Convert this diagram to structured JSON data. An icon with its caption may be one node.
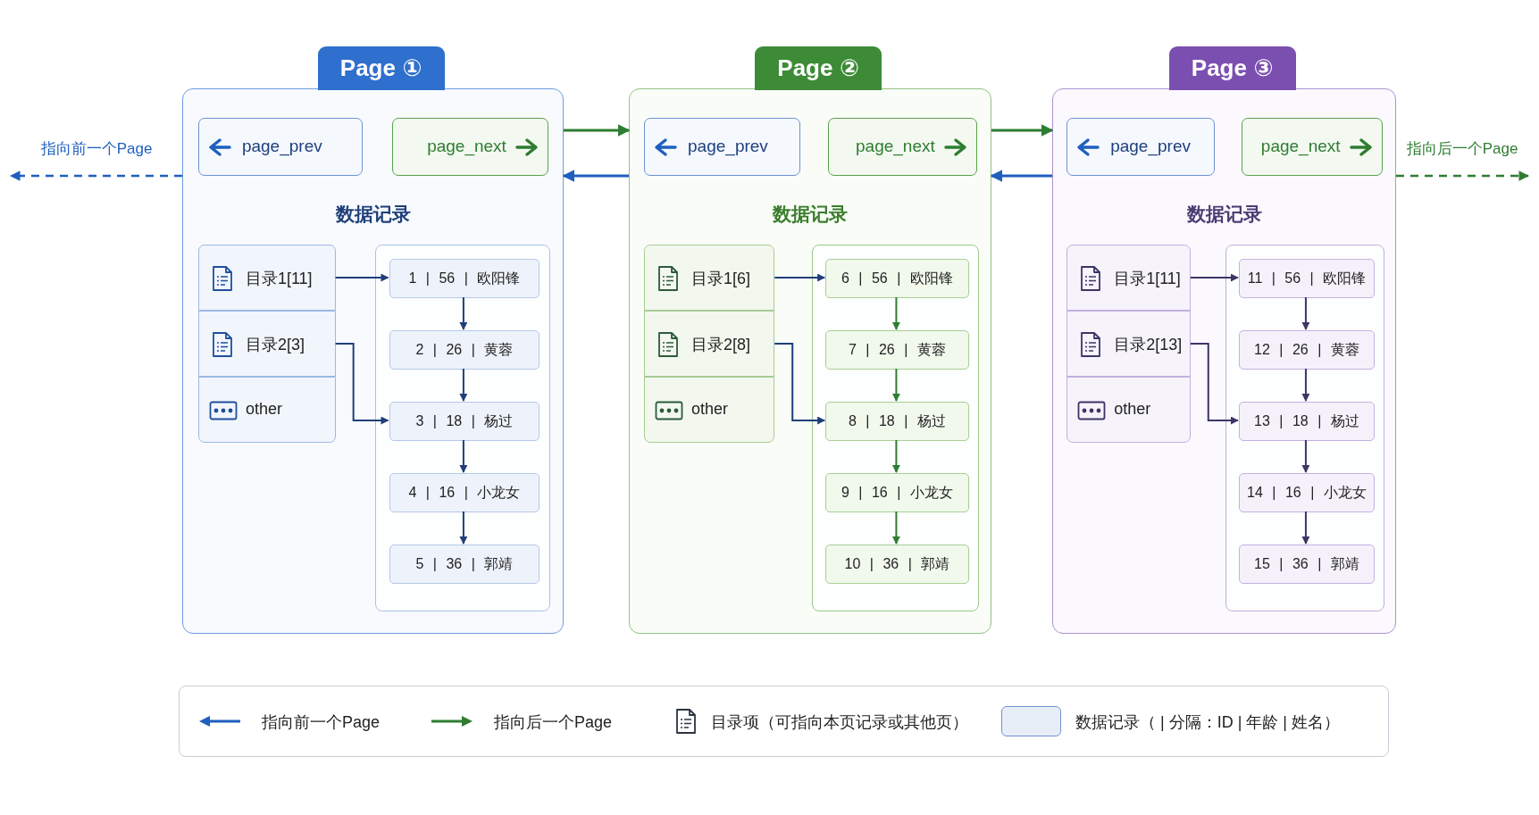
{
  "diagram": {
    "nodes": [
      {
        "text": [
          "Page ①",
          "数据记录"
        ]
      },
      {
        "text": [
          "page_prev"
        ],
        "in": 0
      },
      {
        "text": [
          "page_next"
        ],
        "in": 0
      },
      {
        "text": [
          "目录1[11]"
        ],
        "in": 0
      },
      {
        "text": [
          "目录2[3]"
        ],
        "in": 0
      },
      {
        "text": [
          "other"
        ],
        "in": 0
      },
      {
        "text": [],
        "shape": "box",
        "in": 0
      },
      {
        "text": [
          "1 | 56 | 欧阳锋"
        ],
        "in": 6
      },
      {
        "text": [
          "2 | 26 | 黄蓉"
        ],
        "in": 6
      },
      {
        "text": [
          "3 | 18 | 杨过"
        ],
        "in": 6
      },
      {
        "text": [
          "4 | 16 | 小龙女"
        ],
        "in": 6
      },
      {
        "text": [
          "5 | 36 | 郭靖"
        ],
        "in": 6
      },
      {
        "text": [
          "Page ②",
          "数据记录"
        ]
      },
      {
        "text": [
          "page_prev"
        ],
        "in": 12
      },
      {
        "text": [
          "page_next"
        ],
        "in": 12
      },
      {
        "text": [
          "目录1[6]"
        ],
        "in": 12
      },
      {
        "text": [
          "目录2[8]"
        ],
        "in": 12
      },
      {
        "text": [
          "other"
        ],
        "in": 12
      },
      {
        "text": [],
        "shape": "box",
        "in": 12
      },
      {
        "text": [
          "6 | 56 | 欧阳锋"
        ],
        "in": 18
      },
      {
        "text": [
          "7 | 26 | 黄蓉"
        ],
        "in": 18
      },
      {
        "text": [
          "8 | 18 | 杨过"
        ],
        "in": 18
      },
      {
        "text": [
          "9 | 16 | 小龙女"
        ],
        "in": 18
      },
      {
        "text": [
          "10 | 36 | 郭靖"
        ],
        "in": 18
      },
      {
        "text": [
          "Page ③",
          "数据记录"
        ]
      },
      {
        "text": [
          "page_prev"
        ],
        "in": 24
      },
      {
        "text": [
          "page_next"
        ],
        "in": 24
      },
      {
        "text": [
          "目录1[11]"
        ],
        "in": 24
      },
      {
        "text": [
          "目录2[13]"
        ],
        "in": 24
      },
      {
        "text": [
          "other"
        ],
        "in": 24
      },
      {
        "text": [],
        "shape": "box",
        "in": 24
      },
      {
        "text": [
          "11 | 56 | 欧阳锋"
        ],
        "in": 30
      },
      {
        "text": [
          "12 | 26 | 黄蓉"
        ],
        "in": 30
      },
      {
        "text": [
          "13 | 18 | 杨过"
        ],
        "in": 30
      },
      {
        "text": [
          "14 | 16 | 小龙女"
        ],
        "in": 30
      },
      {
        "text": [
          "15 | 36 | 郭靖"
        ],
        "in": 30
      }
    ],
    "edges": [
      {
        "from": 0,
        "to": null,
        "arrow": "to",
        "style": "dashed",
        "color": "#1e5fbf",
        "label": "指向前一个Page"
      },
      {
        "from": 0,
        "to": 12,
        "arrow": "to",
        "color": "#2e7d32"
      },
      {
        "from": 12,
        "to": 0,
        "arrow": "to",
        "color": "#1e5fbf"
      },
      {
        "from": 12,
        "to": 24,
        "arrow": "to",
        "color": "#2e7d32"
      },
      {
        "from": 24,
        "to": 12,
        "arrow": "to",
        "color": "#1e5fbf"
      },
      {
        "from": 24,
        "to": null,
        "arrow": "to",
        "style": "dashed",
        "color": "#2e7d32",
        "label": "指向后一个Page"
      },
      {
        "from": 3,
        "to": 7,
        "arrow": "to"
      },
      {
        "from": 4,
        "to": 9,
        "arrow": "to"
      },
      {
        "from": 7,
        "to": 8,
        "arrow": "to"
      },
      {
        "from": 8,
        "to": 9,
        "arrow": "to"
      },
      {
        "from": 9,
        "to": 10,
        "arrow": "to"
      },
      {
        "from": 10,
        "to": 11,
        "arrow": "to"
      },
      {
        "from": 15,
        "to": 19,
        "arrow": "to"
      },
      {
        "from": 16,
        "to": 21,
        "arrow": "to"
      },
      {
        "from": 19,
        "to": 20,
        "arrow": "to",
        "color": "#2e7d32"
      },
      {
        "from": 20,
        "to": 21,
        "arrow": "to",
        "color": "#2e7d32"
      },
      {
        "from": 21,
        "to": 22,
        "arrow": "to",
        "color": "#2e7d32"
      },
      {
        "from": 22,
        "to": 23,
        "arrow": "to",
        "color": "#2e7d32"
      },
      {
        "from": 27,
        "to": 31,
        "arrow": "to",
        "color": "#3d3566"
      },
      {
        "from": 28,
        "to": 33,
        "arrow": "to",
        "color": "#3d3566"
      },
      {
        "from": 31,
        "to": 32,
        "arrow": "to",
        "color": "#3d3566"
      },
      {
        "from": 32,
        "to": 33,
        "arrow": "to",
        "color": "#3d3566"
      },
      {
        "from": 33,
        "to": 34,
        "arrow": "to",
        "color": "#3d3566"
      },
      {
        "from": 34,
        "to": 35,
        "arrow": "to",
        "color": "#3d3566"
      }
    ],
    "legend": [
      {
        "text": "指向前一个Page"
      },
      {
        "text": "指向后一个Page"
      },
      {
        "text": "目录项（可指向本页记录或其他页）"
      },
      {
        "text": "数据记录（ | 分隔：ID | 年龄 | 姓名）",
        "color": "#e8eef8"
      }
    ]
  }
}
